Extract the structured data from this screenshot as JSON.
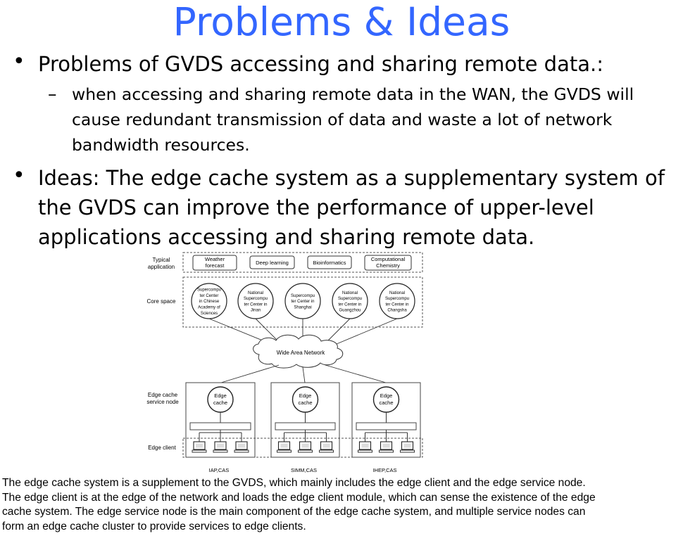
{
  "slide": {
    "title": "Problems & Ideas",
    "bullets": [
      {
        "lines": [
          "Problems of GVDS accessing and sharing remote data.:"
        ],
        "sub": [
          [
            "when accessing and sharing remote data in the WAN, the GVDS will",
            "cause redundant transmission of data and waste a lot of network",
            "bandwidth resources."
          ]
        ]
      },
      {
        "lines": [
          "Ideas: The edge cache system as a supplementary system of",
          "the GVDS can improve the performance of upper-level",
          "applications accessing and sharing remote data."
        ]
      }
    ]
  },
  "diagram": {
    "rows": {
      "app": [
        "Typical",
        "application"
      ],
      "core": "Core space",
      "edge_node": [
        "Edge cache",
        "service node"
      ],
      "edge_client": "Edge client"
    },
    "apps": [
      [
        "Weather",
        "forecast"
      ],
      [
        "Deep learning"
      ],
      [
        "Bioinformatics"
      ],
      [
        "Computational",
        "Chemistry"
      ]
    ],
    "centers": [
      [
        "Supercompu",
        "ter Center",
        "in Chinese",
        "Academy of",
        "Sciences"
      ],
      [
        "National",
        "Supercompu",
        "ter Center in",
        "Jinan"
      ],
      [
        "Supercompu",
        "ter Center in",
        "Shanghai"
      ],
      [
        "National",
        "Supercompu",
        "ter Center in",
        "Guangzhou"
      ],
      [
        "National",
        "Supercompu",
        "ter Center in",
        "Changsha"
      ]
    ],
    "wan": "Wide Area Network",
    "edge_cache": [
      "Edge",
      "cache"
    ],
    "sites": [
      "IAP,CAS",
      "SIMM,CAS",
      "IHEP,CAS"
    ]
  },
  "caption": {
    "lines": [
      "The edge cache system is a supplement to the GVDS, which mainly includes the edge client and the edge service node.",
      "The edge client is at the edge of the network and loads the edge client module, which can sense the existence of the edge",
      "cache system. The edge service node is the main component of the edge cache system, and multiple service nodes can",
      "form an edge cache cluster to provide services to edge clients."
    ]
  }
}
